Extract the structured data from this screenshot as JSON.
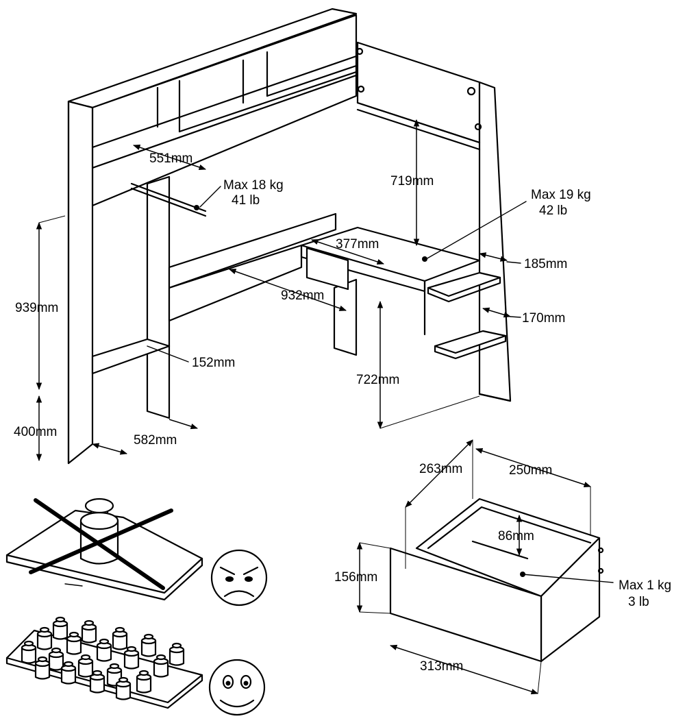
{
  "labels": {
    "rail_width": "551mm",
    "rail_load_kg": "Max 18 kg",
    "rail_load_lb": "41 lb",
    "desk_height_clear": "719mm",
    "desk_load_kg": "Max 19 kg",
    "desk_load_lb": "42 lb",
    "desk_depth": "377mm",
    "shelf_depth_upper": "185mm",
    "desk_width": "932mm",
    "shelf_depth_lower": "170mm",
    "left_height": "939mm",
    "bottom_shelf_depth": "152mm",
    "desk_height": "722mm",
    "bottom_clearance": "400mm",
    "unit_depth": "582mm",
    "drawer_depth": "263mm",
    "drawer_inner_width": "250mm",
    "drawer_inner_height": "86mm",
    "drawer_height": "156mm",
    "drawer_load_kg": "Max 1 kg",
    "drawer_load_lb": "3 lb",
    "drawer_width": "313mm"
  },
  "icons": {
    "bad": "angry-face-icon",
    "good": "smiling-face-icon"
  }
}
